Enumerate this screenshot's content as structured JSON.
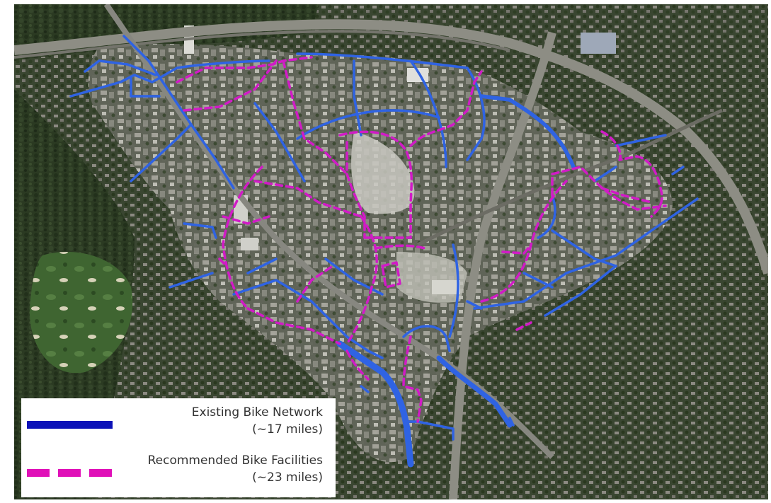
{
  "map": {
    "colors": {
      "background": "#2f3b28",
      "forest": "#27351f",
      "forest_dark": "#1f2c19",
      "urban": "#6b6e62",
      "urban_light": "#8a8c80",
      "roof": "#b9b8b0",
      "roof_bright": "#d9d9d4",
      "highway": "#8e8e86",
      "golf": "#4f7a3f",
      "existing_route": "#2f63e3",
      "recommended_route": "#d11bc6"
    }
  },
  "legend": {
    "existing": {
      "label": "Existing Bike Network",
      "miles": "(~17 miles)",
      "color": "#0c12b8"
    },
    "recommended": {
      "label": "Recommended Bike Facilities",
      "miles": "(~23 miles)",
      "color": "#e010b8"
    }
  }
}
